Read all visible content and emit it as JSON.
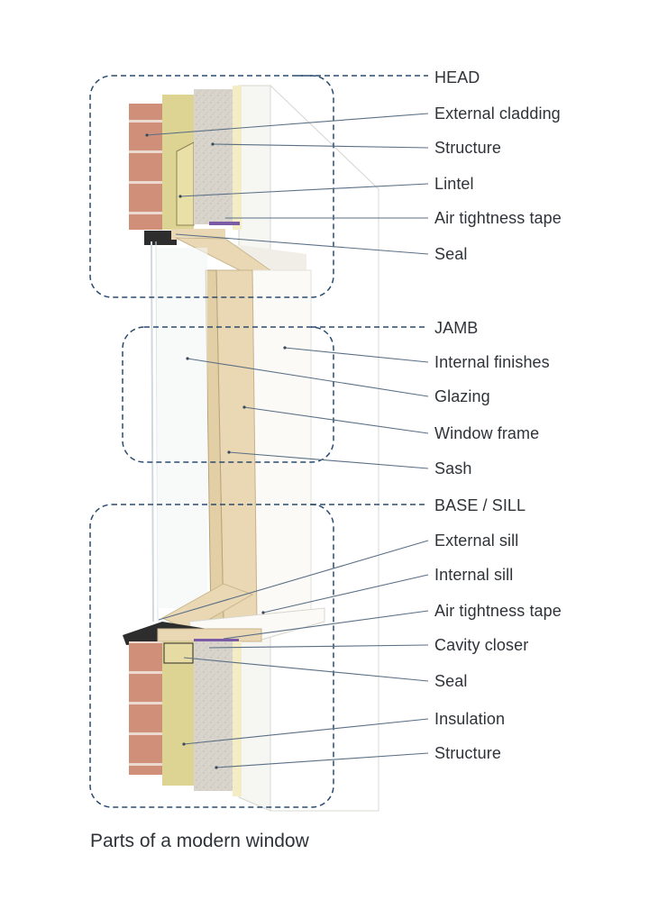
{
  "caption": "Parts of a modern window",
  "sections": {
    "head": "HEAD",
    "jamb": "JAMB",
    "base": "BASE / SILL"
  },
  "labels": {
    "head": [
      "External cladding",
      "Structure",
      "Lintel",
      "Air tightness tape",
      "Seal"
    ],
    "jamb": [
      "Internal finishes",
      "Glazing",
      "Window frame",
      "Sash"
    ],
    "base": [
      "External sill",
      "Internal sill",
      "Air tightness tape",
      "Cavity closer",
      "Seal",
      "Insulation",
      "Structure"
    ]
  },
  "colors": {
    "brick": "#cf8f78",
    "mortar": "#ecd9cf",
    "insulation": "#ddd494",
    "block": "#d8d4cb",
    "plaster": "#f3ecc4",
    "wall_face": "#f6f6f2",
    "timber": "#ead8b4",
    "tape": "#7b5aa6",
    "guide": "#2b4a6f",
    "leader": "#5a6f86"
  }
}
